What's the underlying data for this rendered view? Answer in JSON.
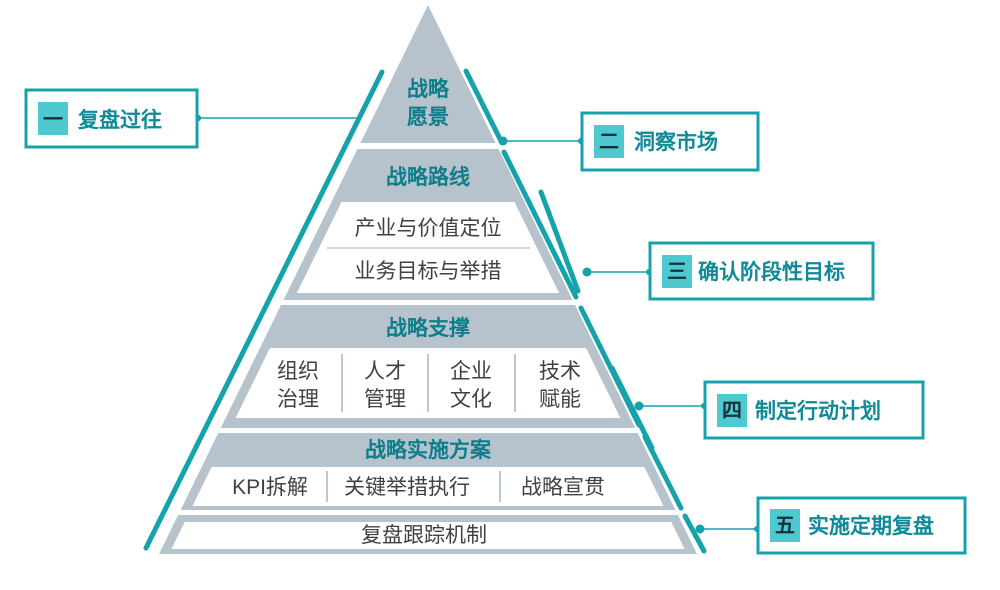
{
  "colors": {
    "accent": "#14a2ab",
    "accent_light": "#4ec9cf",
    "accent_text": "#0f8a97",
    "header_text": "#0d7e8b",
    "pyramid_fill": "#b7c3cc",
    "body_text": "#3e4245"
  },
  "pyramid": {
    "vision": {
      "lines": [
        "战略",
        "愿景"
      ]
    },
    "route": {
      "title": "战略路线",
      "items": [
        "产业与价值定位",
        "业务目标与举措"
      ]
    },
    "support": {
      "title": "战略支撑",
      "columns": [
        [
          "组织",
          "治理"
        ],
        [
          "人才",
          "管理"
        ],
        [
          "企业",
          "文化"
        ],
        [
          "技术",
          "赋能"
        ]
      ]
    },
    "implementation": {
      "title": "战略实施方案",
      "items": [
        "KPI拆解",
        "关键举措执行",
        "战略宣贯"
      ]
    },
    "review": {
      "item": "复盘跟踪机制"
    }
  },
  "steps": [
    {
      "num": "一",
      "label": "复盘过往"
    },
    {
      "num": "二",
      "label": "洞察市场"
    },
    {
      "num": "三",
      "label": "确认阶段性目标"
    },
    {
      "num": "四",
      "label": "制定行动计划"
    },
    {
      "num": "五",
      "label": "实施定期复盘"
    }
  ]
}
